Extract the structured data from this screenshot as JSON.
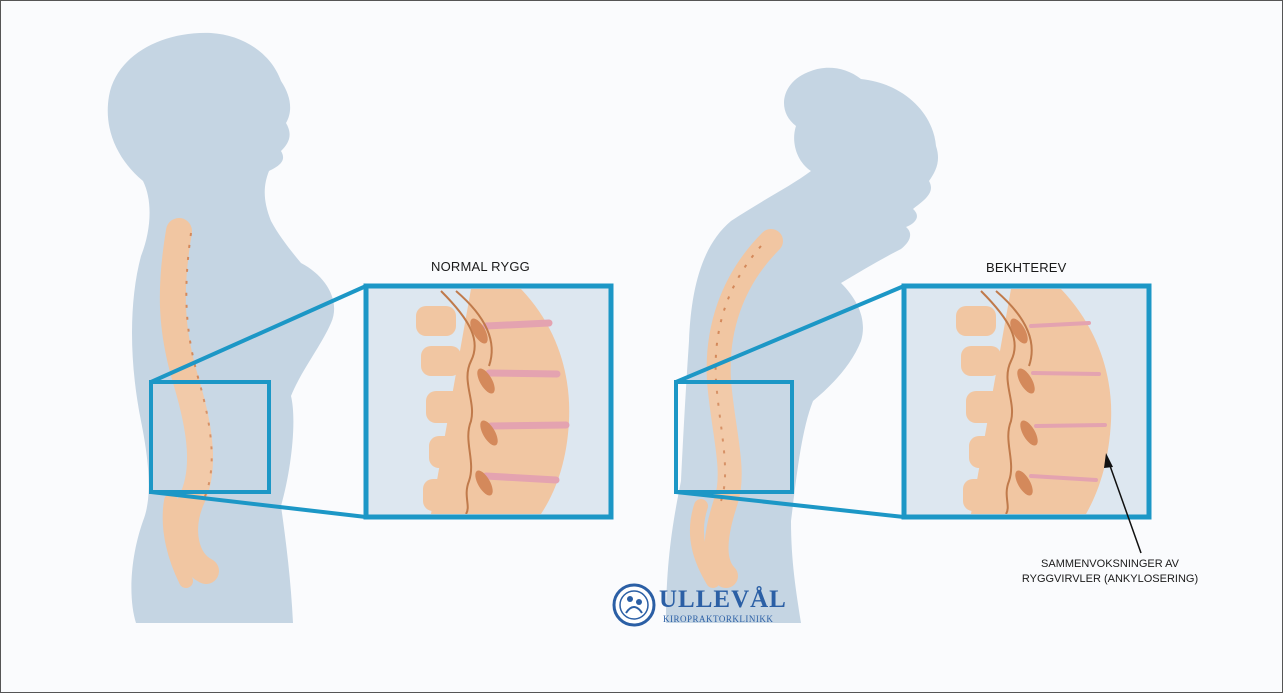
{
  "labels": {
    "normal": "NORMAL RYGG",
    "bekhterev": "BEKHTEREV",
    "annotation_line1": "SAMMENVOKSNINGER AV",
    "annotation_line2": "RYGGVIRVLER (ANKYLOSERING)"
  },
  "logo": {
    "name": "ULLEVÅL",
    "subtitle": "KIROPRAKTORKLINIKK"
  },
  "colors": {
    "silhouette": "#c5d5e3",
    "frame": "#1c97c6",
    "bone": "#f1c6a2",
    "bone_dark": "#d4895b",
    "disc": "#e4a3b0",
    "logo": "#2b5fa5"
  }
}
